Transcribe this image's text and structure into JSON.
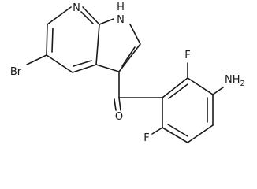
{
  "molecule": {
    "atoms": {
      "nh": "N",
      "nh_h": "H",
      "n_pyridine": "N",
      "br": "Br",
      "o": "O",
      "f_top": "F",
      "f_bottom": "F",
      "nh2": "NH",
      "nh2_sub": "2"
    }
  },
  "colors": {
    "ink": "#1a1a1a",
    "background": "#ffffff"
  }
}
